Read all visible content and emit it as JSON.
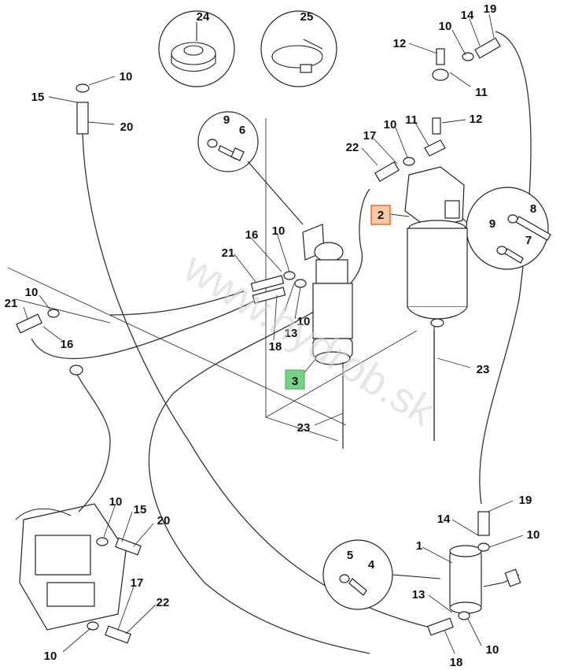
{
  "watermark": "www.hydrob.sk",
  "callouts": {
    "c24": "24",
    "c25": "25",
    "c12a": "12",
    "c10a": "10",
    "c14a": "14",
    "c19a": "19",
    "c11a": "11",
    "c10b": "10",
    "c15a": "15",
    "c20a": "20",
    "c9a": "9",
    "c6": "6",
    "c22a": "22",
    "c17a": "17",
    "c10c": "10",
    "c11b": "11",
    "c12b": "12",
    "c2": "2",
    "c8": "8",
    "c9b": "9",
    "c7": "7",
    "c16a": "16",
    "c10d": "10",
    "c21a": "21",
    "c13a": "13",
    "c10e": "10",
    "c18a": "18",
    "c21b": "21",
    "c10f": "10",
    "c16b": "16",
    "c3": "3",
    "c23a": "23",
    "c23b": "23",
    "c10g": "10",
    "c15b": "15",
    "c20b": "20",
    "c17b": "17",
    "c22b": "22",
    "c10h": "10",
    "c19b": "19",
    "c14b": "14",
    "c10i": "10",
    "c1": "1",
    "c5": "5",
    "c4": "4",
    "c13b": "13",
    "c18b": "18",
    "c10j": "10"
  },
  "highlight_colors": {
    "selected": "#e6763a",
    "selected_fill": "#f6c9a8",
    "active": "#46a455",
    "active_fill": "#7ccf86"
  }
}
